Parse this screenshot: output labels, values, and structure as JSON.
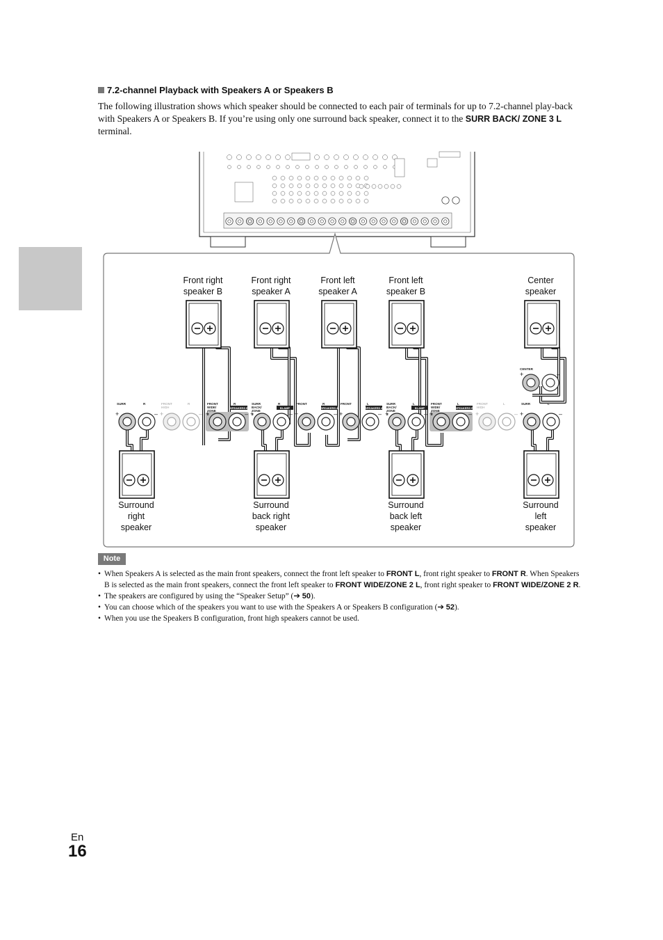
{
  "heading": "7.2-channel Playback with Speakers A or Speakers B",
  "intro": {
    "text": "The following illustration shows which speaker should be connected to each pair of terminals for up to 7.2-channel play-back with Speakers A or Speakers B. If you’re using only one surround back speaker, connect it to the",
    "terminal": "SURR BACK/ ZONE 3 L",
    "suffix": "terminal."
  },
  "speakers_top": [
    {
      "line1": "Front right",
      "line2": "speaker B"
    },
    {
      "line1": "Front right",
      "line2": "speaker A"
    },
    {
      "line1": "Front left",
      "line2": "speaker A"
    },
    {
      "line1": "Front left",
      "line2": "speaker B"
    },
    {
      "line1": "Center",
      "line2": "speaker"
    }
  ],
  "speakers_bottom": [
    {
      "line1": "Surround",
      "line2": "right",
      "line3": "speaker"
    },
    {
      "line1": "Surround",
      "line2": "back right",
      "line3": "speaker"
    },
    {
      "line1": "Surround",
      "line2": "back left",
      "line3": "speaker"
    },
    {
      "line1": "Surround",
      "line2": "left",
      "line3": "speaker"
    }
  ],
  "terminals": {
    "center": "CENTER",
    "groups": [
      {
        "label": "SURR",
        "sub": "R"
      },
      {
        "label": "FRONT HIGH",
        "sub": "R"
      },
      {
        "label": "FRONT WIDE/ ZONE 2",
        "sub": "R"
      },
      {
        "label": "SURR BACK/ ZONE 3",
        "sub": "R"
      },
      {
        "label": "FRONT",
        "sub": "R"
      },
      {
        "label": "FRONT",
        "sub": "L"
      },
      {
        "label": "SURR BACK/ ZONE 3",
        "sub": "L"
      },
      {
        "label": "FRONT WIDE/ ZONE 2",
        "sub": "L"
      },
      {
        "label": "FRONT HIGH",
        "sub": "L"
      },
      {
        "label": "SURR",
        "sub": "L"
      }
    ],
    "tags": [
      "SPEAKERS B",
      "BI-AMP",
      "SPEAKERS A",
      "SPEAKERS A",
      "BI-AMP",
      "SPEAKERS B"
    ]
  },
  "note_label": "Note",
  "notes": [
    {
      "parts": [
        "When Speakers A is selected as the main front speakers, connect the front left speaker to ",
        "FRONT L",
        ", front right speaker to ",
        "FRONT R",
        ". When Speakers B is selected as the main front speakers, connect the front left speaker to ",
        "FRONT WIDE/ZONE 2 L",
        ", front right speaker to ",
        "FRONT WIDE/ZONE 2 R",
        "."
      ]
    },
    {
      "parts": [
        "The speakers are configured by using the “Speaker Setup” (➔ ",
        "50",
        ")."
      ]
    },
    {
      "parts": [
        "You can choose which of the speakers you want to use with the Speakers A or Speakers B configuration (➔ ",
        "52",
        ")."
      ]
    },
    {
      "parts": [
        "When you use the Speakers B configuration, front high speakers cannot be used."
      ]
    }
  ],
  "page": {
    "lang": "En",
    "number": "16"
  }
}
